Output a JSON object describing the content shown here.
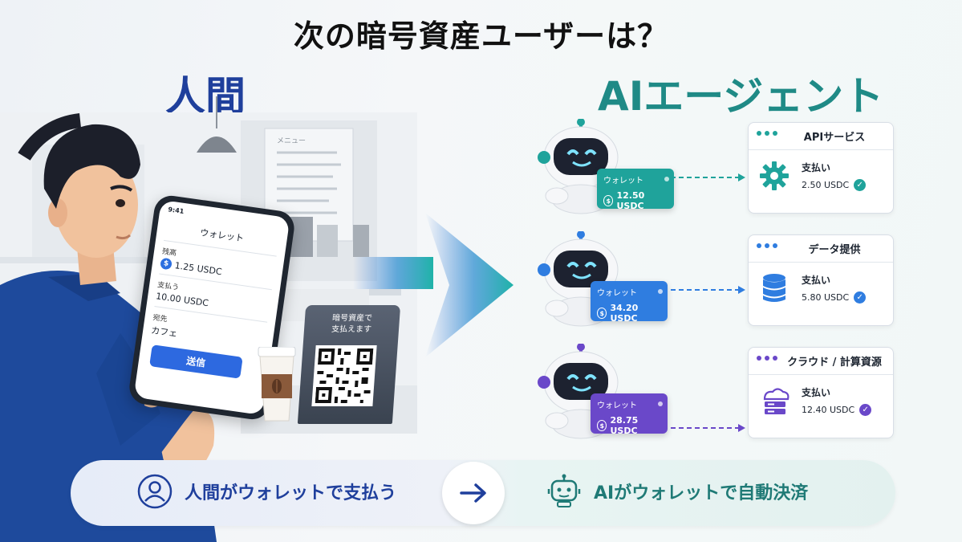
{
  "page": {
    "title": "次の暗号資産ユーザーは？",
    "human_heading": "人間",
    "agent_heading": "AIエージェント"
  },
  "cafe": {
    "menu_sign": "メニュー"
  },
  "phone": {
    "time": "9:41",
    "title": "ウォレット",
    "balance_label": "残高",
    "balance_value": "1.25 USDC",
    "pay_label": "支払う",
    "pay_value": "10.00 USDC",
    "recipient_label": "宛先",
    "recipient_value": "カフェ",
    "send_button": "送信"
  },
  "qr_stand": {
    "line1": "暗号資産で",
    "line2": "支払えます"
  },
  "agents": [
    {
      "wallet_label": "ウォレット",
      "wallet_amount": "12.50 USDC",
      "color": "#1fa39b",
      "service_title": "APIサービス",
      "service_icon": "gear-icon",
      "pay_label": "支払い",
      "pay_amount": "2.50 USDC"
    },
    {
      "wallet_label": "ウォレット",
      "wallet_amount": "34.20 USDC",
      "color": "#2f7de0",
      "service_title": "データ提供",
      "service_icon": "database-icon",
      "pay_label": "支払い",
      "pay_amount": "5.80 USDC"
    },
    {
      "wallet_label": "ウォレット",
      "wallet_amount": "28.75 USDC",
      "color": "#6a48c9",
      "service_title": "クラウド / 計算資源",
      "service_icon": "cloud-server-icon",
      "pay_label": "支払い",
      "pay_amount": "12.40 USDC"
    }
  ],
  "banner": {
    "left_text": "人間がウォレットで支払う",
    "right_text": "AIがウォレットで自動決済",
    "left_icon": "person-icon",
    "right_icon": "robot-icon",
    "arrow_icon": "arrow-right-icon"
  },
  "colors": {
    "human_blue": "#1f3f9c",
    "agent_teal": "#1f8a86"
  }
}
